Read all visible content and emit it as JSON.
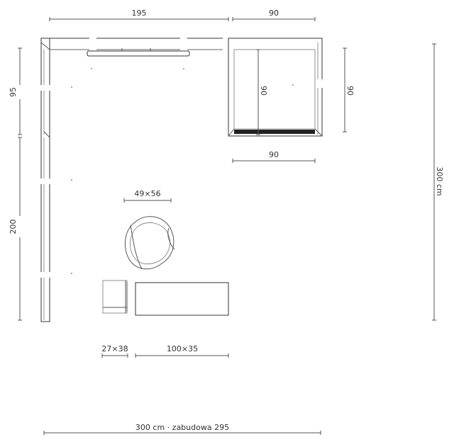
{
  "dimensions": {
    "top_left": "195",
    "top_right": "90",
    "left_upper": "95",
    "left_lower": "200",
    "cabinet_inner": "90",
    "cabinet_right": "90",
    "cabinet_bottom": "90",
    "overall_height": "300 cm",
    "chair": "49×56",
    "side_table": "27×38",
    "bench": "100×35",
    "overall_width": "300 cm · zabudowa 295"
  },
  "colors": {
    "line": "#555555",
    "text": "#333333",
    "wall": "#333333"
  }
}
